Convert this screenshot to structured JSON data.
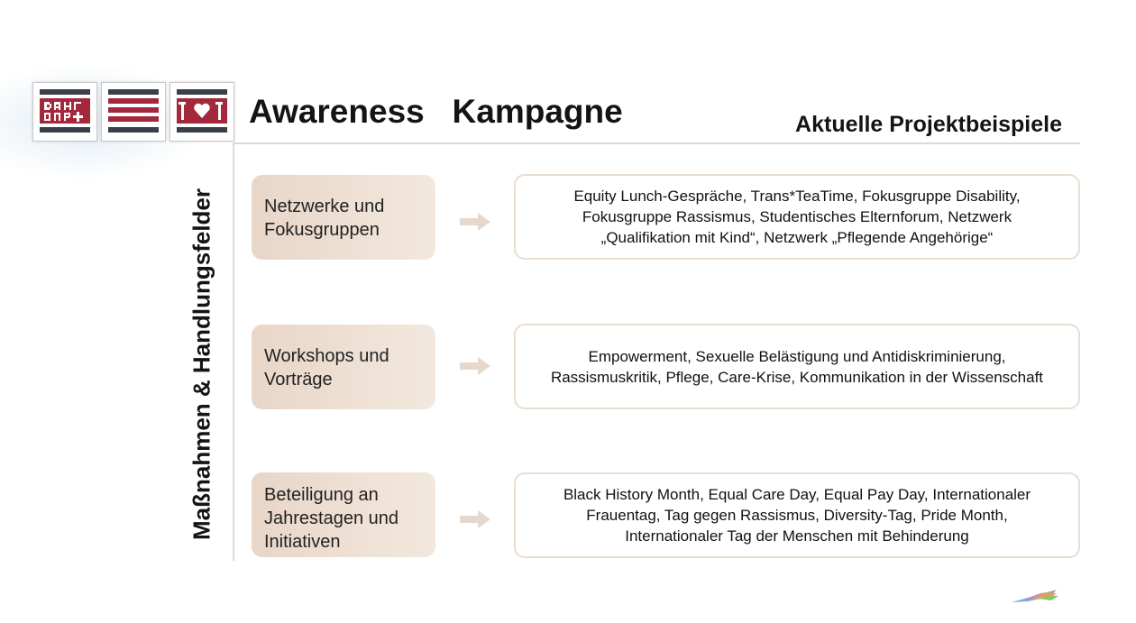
{
  "header": {
    "title": "Awareness   Kampagne",
    "subtitle": "Aktuelle Projektbeispiele"
  },
  "side_label": "Maßnahmen & Handlungsfelder",
  "colors": {
    "brand_red": "#a3283c",
    "brand_dark": "#3b3f4a"
  },
  "rows": [
    {
      "category": [
        "Netzwerke und",
        "Fokusgruppen"
      ],
      "description": "Equity Lunch-Gespräche, Trans*TeaTime, Fokusgruppe Disability, Fokusgruppe Rassismus, Studentisches Elternforum, Netzwerk „Qualifikation mit Kind“, Netzwerk „Pflegende Angehörige“"
    },
    {
      "category": [
        "Workshops und",
        "Vorträge"
      ],
      "description": "Empowerment, Sexuelle Belästigung und Antidiskriminierung, Rassismuskritik, Pflege, Care-Krise, Kommunikation in der Wissenschaft"
    },
    {
      "category": [
        "Beteiligung an",
        "Jahrestagen und",
        "Initiativen"
      ],
      "description": "Black History Month, Equal Care Day, Equal Pay Day, Internationaler Frauentag, Tag gegen Rassismus, Diversity-Tag, Pride Month, Internationaler Tag der Menschen mit Behinderung"
    }
  ]
}
